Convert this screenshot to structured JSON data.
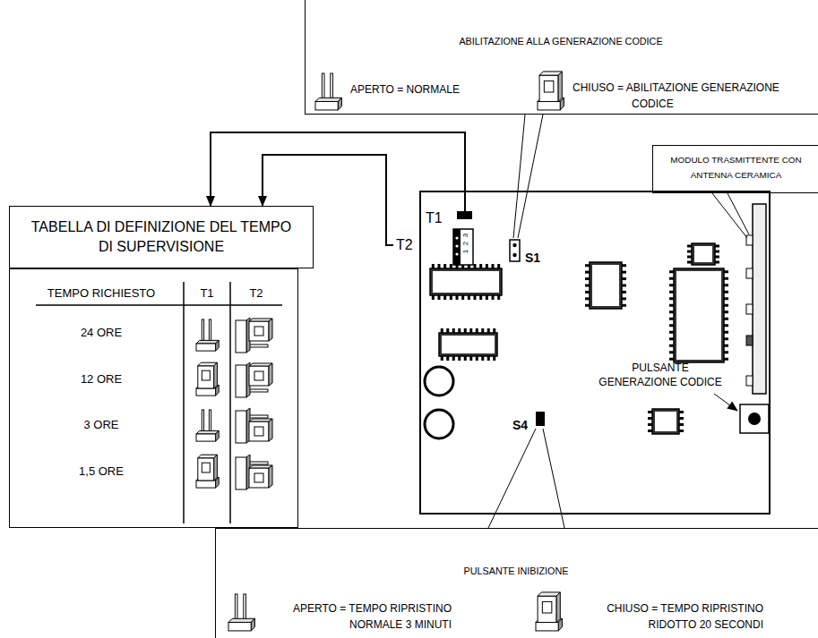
{
  "diagram": {
    "nodes": [
      {
        "text": [
          "ABILITAZIONE ALLA GENERAZIONE CODICE",
          "APERTO = NORMALE",
          "CHIUSO = ABILITAZIONE GENERAZIONE CODICE"
        ]
      },
      {
        "text": [
          "MODULO TRASMITTENTE CON ANTENNA CERAMICA"
        ]
      },
      {
        "text": [
          "TABELLA DI DEFINIZIONE DEL TEMPO DI SUPERVISIONE"
        ]
      },
      {
        "text": [
          "TEMPO RICHIESTO",
          "T1",
          "T2",
          "24 ORE",
          "12 ORE",
          "3 ORE",
          "1,5 ORE"
        ]
      },
      {
        "text": [
          "T1",
          "T2",
          "S1",
          "S4",
          "PULSANTE GENERAZIONE CODICE"
        ]
      },
      {
        "text": [
          "PULSANTE INIBIZIONE",
          "APERTO = TEMPO RIPRISTINO NORMALE 3 MINUTI",
          "CHIUSO = TEMPO RIPRISTINO RIDOTTO 20 SECONDI"
        ]
      }
    ],
    "edges": [
      {
        "from": 4,
        "to": 2,
        "arrow": "to"
      },
      {
        "from": 4,
        "to": 2,
        "arrow": "to"
      }
    ],
    "labels": [
      "3",
      "2",
      "1"
    ]
  }
}
